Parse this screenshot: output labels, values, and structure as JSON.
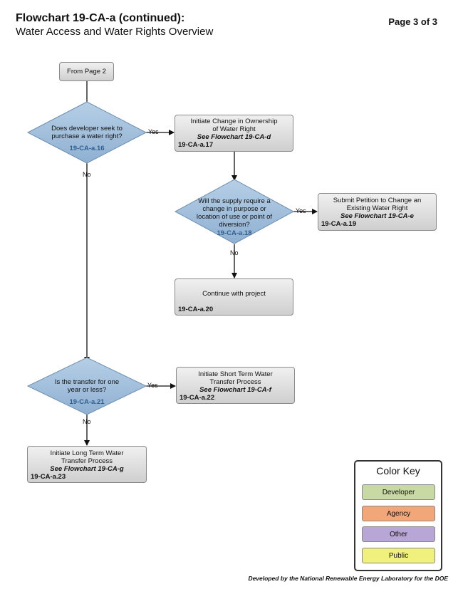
{
  "header": {
    "title": "Flowchart 19-CA-a (continued):",
    "subtitle": "Water Access and Water Rights Overview",
    "page": "Page 3 of 3"
  },
  "nodes": {
    "from_page": {
      "label": "From Page 2"
    },
    "q16": {
      "text": "Does developer seek to purchase a water right?",
      "id": "19-CA-a.16"
    },
    "n17": {
      "text": "Initiate Change in Ownership of Water Right",
      "ref": "See Flowchart 19-CA-d",
      "id": "19-CA-a.17"
    },
    "q18": {
      "text": "Will the supply require a change in purpose or location of use or point of diversion?",
      "id": "19-CA-a.18"
    },
    "n19": {
      "text": "Submit Petition to Change an Existing Water Right",
      "ref": "See Flowchart 19-CA-e",
      "id": "19-CA-a.19"
    },
    "n20": {
      "text": "Continue with project",
      "id": "19-CA-a.20"
    },
    "q21": {
      "text": "Is the transfer for one year or less?",
      "id": "19-CA-a.21"
    },
    "n22": {
      "text": "Initiate Short Term Water Transfer Process",
      "ref": "See Flowchart 19-CA-f",
      "id": "19-CA-a.22"
    },
    "n23": {
      "text": "Initiate Long Term Water Transfer Process",
      "ref": "See Flowchart 19-CA-g",
      "id": "19-CA-a.23"
    }
  },
  "edges": {
    "yes": "Yes",
    "no": "No"
  },
  "color_key": {
    "title": "Color Key",
    "items": [
      {
        "label": "Developer",
        "color": "#c8d9a4"
      },
      {
        "label": "Agency",
        "color": "#f2a77a"
      },
      {
        "label": "Other",
        "color": "#b8a6d6"
      },
      {
        "label": "Public",
        "color": "#f0f07c"
      }
    ],
    "node_fill": "#a8c4e0",
    "node_id_color": "#2f5f8f"
  },
  "footer": "Developed by the National Renewable Energy Laboratory for the DOE"
}
